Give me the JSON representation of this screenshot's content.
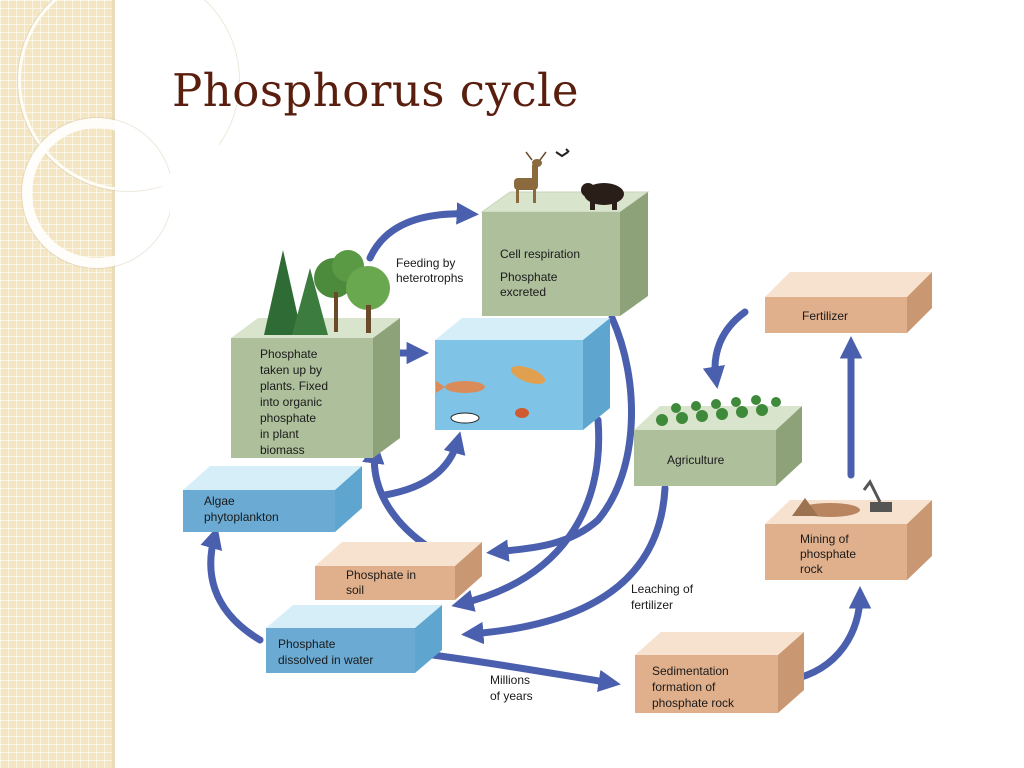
{
  "slide": {
    "title": "Phosphorus cycle"
  },
  "diagram": {
    "nodes": {
      "animals": [
        "Cell respiration",
        "Phosphate",
        "excreted"
      ],
      "plants": [
        "Phosphate",
        "taken up by",
        "plants. Fixed",
        "into organic",
        "phosphate",
        "in plant",
        "biomass"
      ],
      "algae": [
        "Algae",
        "phytoplankton"
      ],
      "soil": [
        "Phosphate in",
        "soil"
      ],
      "water": [
        "Phosphate",
        "dissolved in water"
      ],
      "fertilizer": [
        "Fertilizer"
      ],
      "agriculture": [
        "Agriculture"
      ],
      "mining": [
        "Mining of",
        "phosphate",
        "rock"
      ],
      "sediment": [
        "Sedimentation",
        "formation of",
        "phosphate rock"
      ]
    },
    "arrow_labels": {
      "feeding": [
        "Feeding by",
        "heterotrophs"
      ],
      "leaching": [
        "Leaching of",
        "fertilizer"
      ],
      "millions": [
        "Millions",
        "of years"
      ]
    }
  },
  "colors": {
    "title": "#5a1e0e",
    "arrow": "#4a5fae",
    "green_box": "#aebf9c",
    "blue_box": "#6aaad3",
    "tan_box": "#e0b08c",
    "water": "#7fc4e6"
  }
}
